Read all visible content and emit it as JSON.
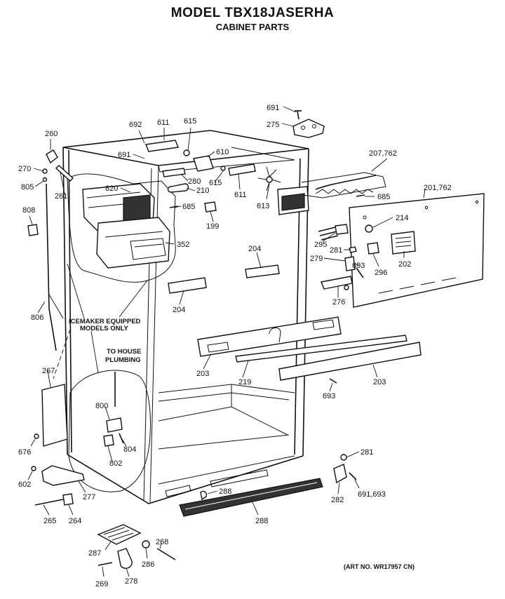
{
  "header": {
    "title": "MODEL TBX18JASERHA",
    "subtitle": "CABINET PARTS"
  },
  "footer": {
    "art_number": "(ART NO. WR17957 CN)"
  },
  "notes": {
    "icemaker_line1": "ICEMAKER EQUIPPED",
    "icemaker_line2": "MODELS ONLY",
    "plumbing_line1": "TO HOUSE",
    "plumbing_line2": "PLUMBING"
  },
  "part_labels": [
    "691",
    "275",
    "692",
    "611",
    "615",
    "691",
    "610",
    "207,762",
    "260",
    "270",
    "805",
    "261",
    "820",
    "280",
    "615",
    "210",
    "611",
    "613",
    "685",
    "201,762",
    "808",
    "685",
    "199",
    "214",
    "352",
    "295",
    "281",
    "279",
    "693",
    "296",
    "202",
    "204",
    "276",
    "204",
    "806",
    "203",
    "219",
    "203",
    "693",
    "267",
    "800",
    "676",
    "804",
    "802",
    "281",
    "602",
    "277",
    "288",
    "282",
    "691,693",
    "265",
    "264",
    "288",
    "287",
    "268",
    "286",
    "269",
    "278"
  ]
}
